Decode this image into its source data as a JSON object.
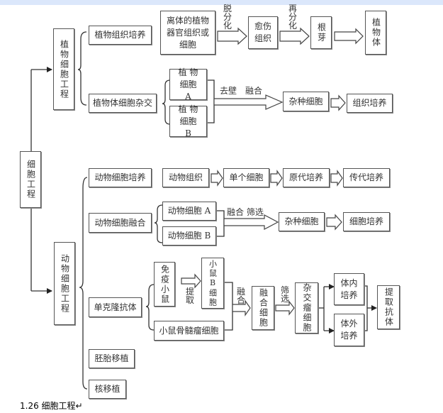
{
  "root": {
    "label": "细胞工程"
  },
  "plant": {
    "label": "植物细胞工程",
    "tissue_culture": {
      "label": "植物组织培养",
      "source": "离体的植物器官组织或细胞",
      "step1_label": "脱分化",
      "callus": "愈伤组织",
      "step2_label": "再分化",
      "root_bud": "根芽",
      "plant_body": "植物体"
    },
    "hybridization": {
      "label": "植物体细胞杂交",
      "cell_a": "植 物 细胞 A",
      "cell_b": "植 物 细胞 B",
      "process_label": "去壁　融合",
      "hybrid": "杂种细胞",
      "culture": "组织培养"
    }
  },
  "animal": {
    "label": "动物细胞工程",
    "cell_culture": {
      "label": "动物细胞培养",
      "steps": [
        "动物组织",
        "单个细胞",
        "原代培养",
        "传代培养"
      ]
    },
    "cell_fusion": {
      "label": "动物细胞融合",
      "cell_a": "动物细胞 A",
      "cell_b": "动物细胞 B",
      "process_label": "融合 筛选",
      "hybrid": "杂种细胞",
      "culture": "细胞培养"
    },
    "monoclonal": {
      "label": "单克隆抗体",
      "immune_mouse": "免疫小鼠",
      "extract_label": "提取",
      "b_cell": "小鼠B细胞",
      "myeloma": "小鼠骨髓瘤细胞",
      "fuse_label": "融合",
      "fused_cell": "融合细胞",
      "screen_label": "筛选",
      "hybridoma": "杂交瘤细胞",
      "in_vivo": "体内培养",
      "in_vitro": "体外培养",
      "extract_antibody": "提取抗体"
    },
    "embryo_transfer": {
      "label": "胚胎移植"
    },
    "nuclear_transfer": {
      "label": "核移植"
    }
  },
  "caption": "1.26 细胞工程↵"
}
